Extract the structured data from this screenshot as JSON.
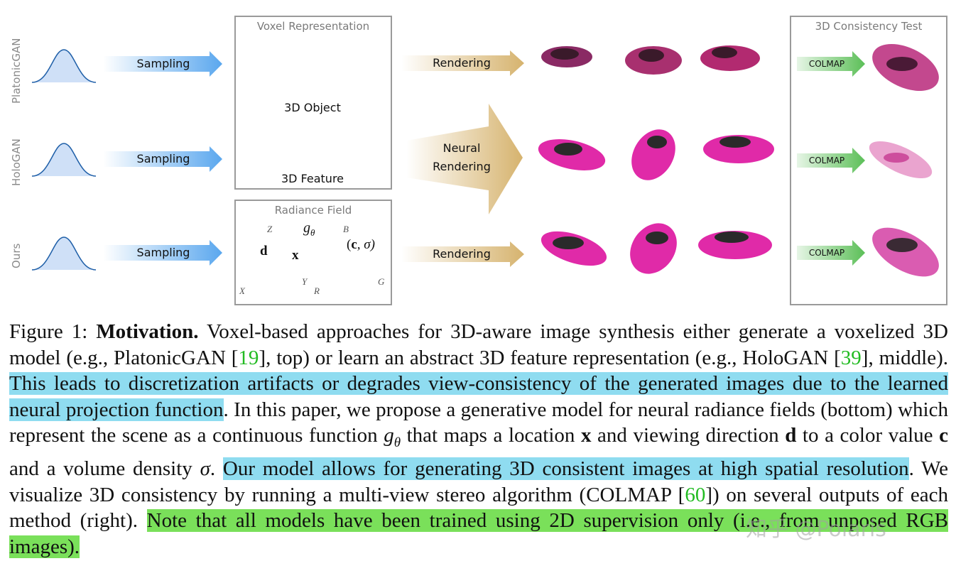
{
  "figure": {
    "row_labels": [
      "PlatonicGAN",
      "HoloGAN",
      "Ours"
    ],
    "sampling_label": "Sampling",
    "voxel_box": {
      "title": "Voxel Representation",
      "object_label": "3D Object",
      "feature_label": "3D Feature"
    },
    "radiance_box": {
      "title": "Radiance Field",
      "axis_z": "Z",
      "axis_x": "X",
      "axis_y": "Y",
      "axis_b": "B",
      "axis_r": "R",
      "axis_g": "G",
      "dir_label": "d",
      "pos_label": "x",
      "func_label": "g",
      "func_sub": "θ",
      "output_c": "c",
      "output_rest": ", σ)",
      "output_open": "("
    },
    "rendering_label": "Rendering",
    "neural_rendering_line1": "Neural",
    "neural_rendering_line2": "Rendering",
    "consistency_box": {
      "title": "3D Consistency Test"
    },
    "colmap_label": "COLMAP",
    "colors": {
      "car_magenta": "#d81a9c",
      "sampling_arrow": "#5aa7ee",
      "rendering_arrow": "#d6b36e",
      "colmap_arrow": "#5bbf57",
      "gaussian_fill": "#cfe0f7",
      "gaussian_line": "#1f5fa8"
    }
  },
  "caption": {
    "figure_label": "Figure 1:",
    "title": "Motivation.",
    "seg1": " Voxel-based approaches for 3D-aware image synthesis either generate a voxelized 3D model (e.g., PlatonicGAN [",
    "cite1": "19",
    "seg2": "], top) or learn an abstract 3D feature representation (e.g., HoloGAN [",
    "cite2": "39",
    "seg3": "], middle). ",
    "hl1": "This leads to discretization artifacts or degrades view-consistency of the generated images due to the learned neural projection function",
    "seg4": ". In this paper, we propose a generative model for neural radiance fields (bottom) which represent the scene as a continuous function ",
    "math_g": "g",
    "math_theta": "θ",
    "seg5": " that maps a location ",
    "math_x": "x",
    "seg6": " and viewing direction ",
    "math_d": "d",
    "seg7": " to a color value ",
    "math_c": "c",
    "seg8": " and a volume density ",
    "math_sigma": "σ",
    "seg9": ". ",
    "hl2": "Our model allows for generating 3D consistent images at high spatial resolution",
    "seg10": ". We visualize 3D consistency by running a multi-view stereo algorithm (COLMAP [",
    "cite3": "60",
    "seg11": "]) on several outputs of each method (right). ",
    "hl3": "Note that all models have been trained using 2D supervision only (i.e., from unposed RGB images)."
  },
  "watermark": "知乎 @Polaris"
}
